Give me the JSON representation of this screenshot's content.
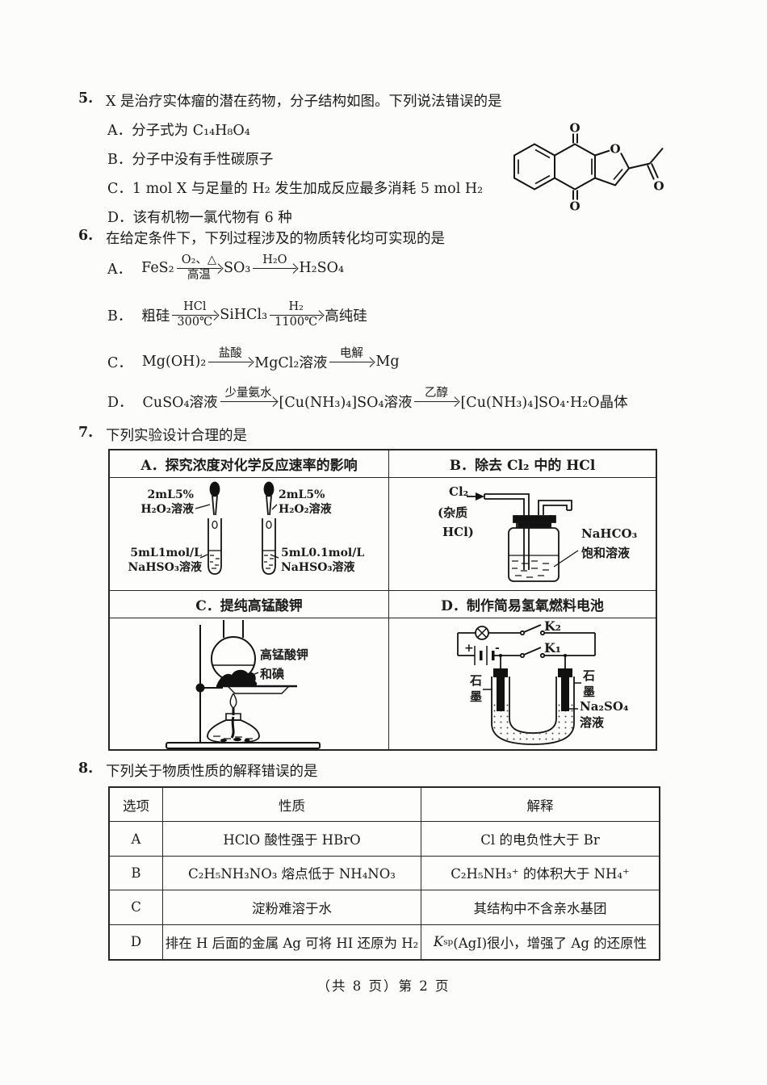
{
  "page": {
    "footer": "（共 8 页）第 2 页"
  },
  "q5": {
    "number": "5.",
    "stem": "X 是治疗实体瘤的潜在药物，分子结构如图。下列说法错误的是",
    "options": [
      "A．分子式为 C₁₄H₈O₄",
      "B．分子中没有手性碳原子",
      "C．1 mol X 与足量的 H₂ 发生加成反应最多消耗 5 mol H₂",
      "D．该有机物一氯代物有 6 种"
    ],
    "molecule": {
      "o_top": "O",
      "o_bottom": "O",
      "o_ring": "O",
      "o_acetyl": "O"
    }
  },
  "q6": {
    "number": "6.",
    "stem": "在给定条件下，下列过程涉及的物质转化均可实现的是",
    "options": [
      {
        "label": "A．",
        "s1": "FeS₂",
        "a1t": "O₂、△",
        "a1b": "高温",
        "s2": "SO₃",
        "a2t": "H₂O",
        "a2b": "",
        "s3": "H₂SO₄"
      },
      {
        "label": "B．",
        "s1": "粗硅",
        "a1t": "HCl",
        "a1b": "300℃",
        "s2": "SiHCl₃",
        "a2t": "H₂",
        "a2b": "1100℃",
        "s3": "高纯硅"
      },
      {
        "label": "C．",
        "s1": "Mg(OH)₂",
        "a1t": "盐酸",
        "a1b": "",
        "s2": "MgCl₂溶液",
        "a2t": "电解",
        "a2b": "",
        "s3": "Mg"
      },
      {
        "label": "D．",
        "s1": "CuSO₄溶液",
        "a1t": "少量氨水",
        "a1b": "",
        "s2": "[Cu(NH₃)₄]SO₄溶液",
        "a2t": "乙醇",
        "a2b": "",
        "s3": "[Cu(NH₃)₄]SO₄·H₂O晶体"
      }
    ]
  },
  "q7": {
    "number": "7.",
    "stem": "下列实验设计合理的是",
    "cells": {
      "a": {
        "title": "A．探究浓度对化学反应速率的影响",
        "labels": {
          "top_left_1": "2mL5%",
          "top_left_2": "H₂O₂溶液",
          "top_right_1": "2mL5%",
          "top_right_2": "H₂O₂溶液",
          "bottom_left_1": "5mL1mol/L",
          "bottom_left_2": "NaHSO₃溶液",
          "bottom_right_1": "5mL0.1mol/L",
          "bottom_right_2": "NaHSO₃溶液"
        }
      },
      "b": {
        "title": "B．除去 Cl₂ 中的 HCl",
        "labels": {
          "gas": "Cl₂",
          "impurity_1": "(杂质",
          "impurity_2": "HCl)",
          "solution_1": "NaHCO₃",
          "solution_2": "饱和溶液"
        }
      },
      "c": {
        "title": "C．提纯高锰酸钾",
        "labels": {
          "solid_1": "高锰酸钾",
          "solid_2": "和碘"
        }
      },
      "d": {
        "title": "D．制作简易氢氧燃料电池",
        "labels": {
          "switch_k2": "K₂",
          "switch_k1": "K₁",
          "plus": "+",
          "minus": "-",
          "graphite_left_1": "石",
          "graphite_left_2": "墨",
          "graphite_right_1": "石",
          "graphite_right_2": "墨",
          "solution_1": "Na₂SO₄",
          "solution_2": "溶液"
        }
      }
    }
  },
  "q8": {
    "number": "8.",
    "stem": "下列关于物质性质的解释错误的是",
    "table": {
      "headers": [
        "选项",
        "性质",
        "解释"
      ],
      "rows": [
        {
          "option": "A",
          "property": "HClO 酸性强于 HBrO",
          "explanation": "Cl 的电负性大于 Br"
        },
        {
          "option": "B",
          "property": "C₂H₅NH₃NO₃ 熔点低于 NH₄NO₃",
          "explanation": "C₂H₅NH₃⁺ 的体积大于 NH₄⁺"
        },
        {
          "option": "C",
          "property": "淀粉难溶于水",
          "explanation": "其结构中不含亲水基团"
        },
        {
          "option": "D",
          "property": "排在 H 后面的金属 Ag 可将 HI 还原为 H₂",
          "explanation_k": "K",
          "explanation_sub": "sp",
          "explanation_rest": "(AgI)很小，增强了 Ag 的还原性"
        }
      ]
    }
  }
}
